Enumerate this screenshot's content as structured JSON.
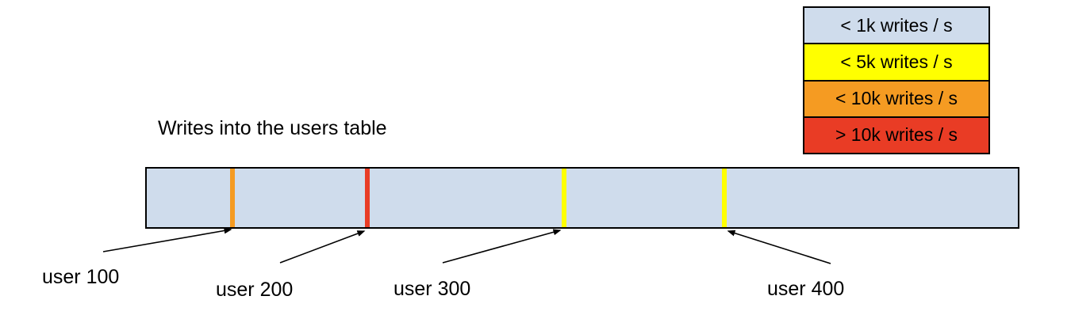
{
  "title": "Writes into the users table",
  "legend": {
    "items": [
      {
        "label": "< 1k writes / s",
        "color": "#cfdcec"
      },
      {
        "label": "< 5k writes / s",
        "color": "#ffff00"
      },
      {
        "label": "< 10k writes / s",
        "color": "#f59b22"
      },
      {
        "label": "> 10k writes / s",
        "color": "#e93c25"
      }
    ]
  },
  "band": {
    "fill": "#cfdcec",
    "border_color": "#000000",
    "markers": [
      {
        "user": "user 100",
        "color": "#f59b22",
        "position_pct": 9.8
      },
      {
        "user": "user 200",
        "color": "#e93c25",
        "position_pct": 25.3
      },
      {
        "user": "user 300",
        "color": "#ffff00",
        "position_pct": 47.9
      },
      {
        "user": "user 400",
        "color": "#ffff00",
        "position_pct": 66.3
      }
    ]
  },
  "callouts": [
    {
      "label": "user 100"
    },
    {
      "label": "user 200"
    },
    {
      "label": "user 300"
    },
    {
      "label": "user 400"
    }
  ]
}
